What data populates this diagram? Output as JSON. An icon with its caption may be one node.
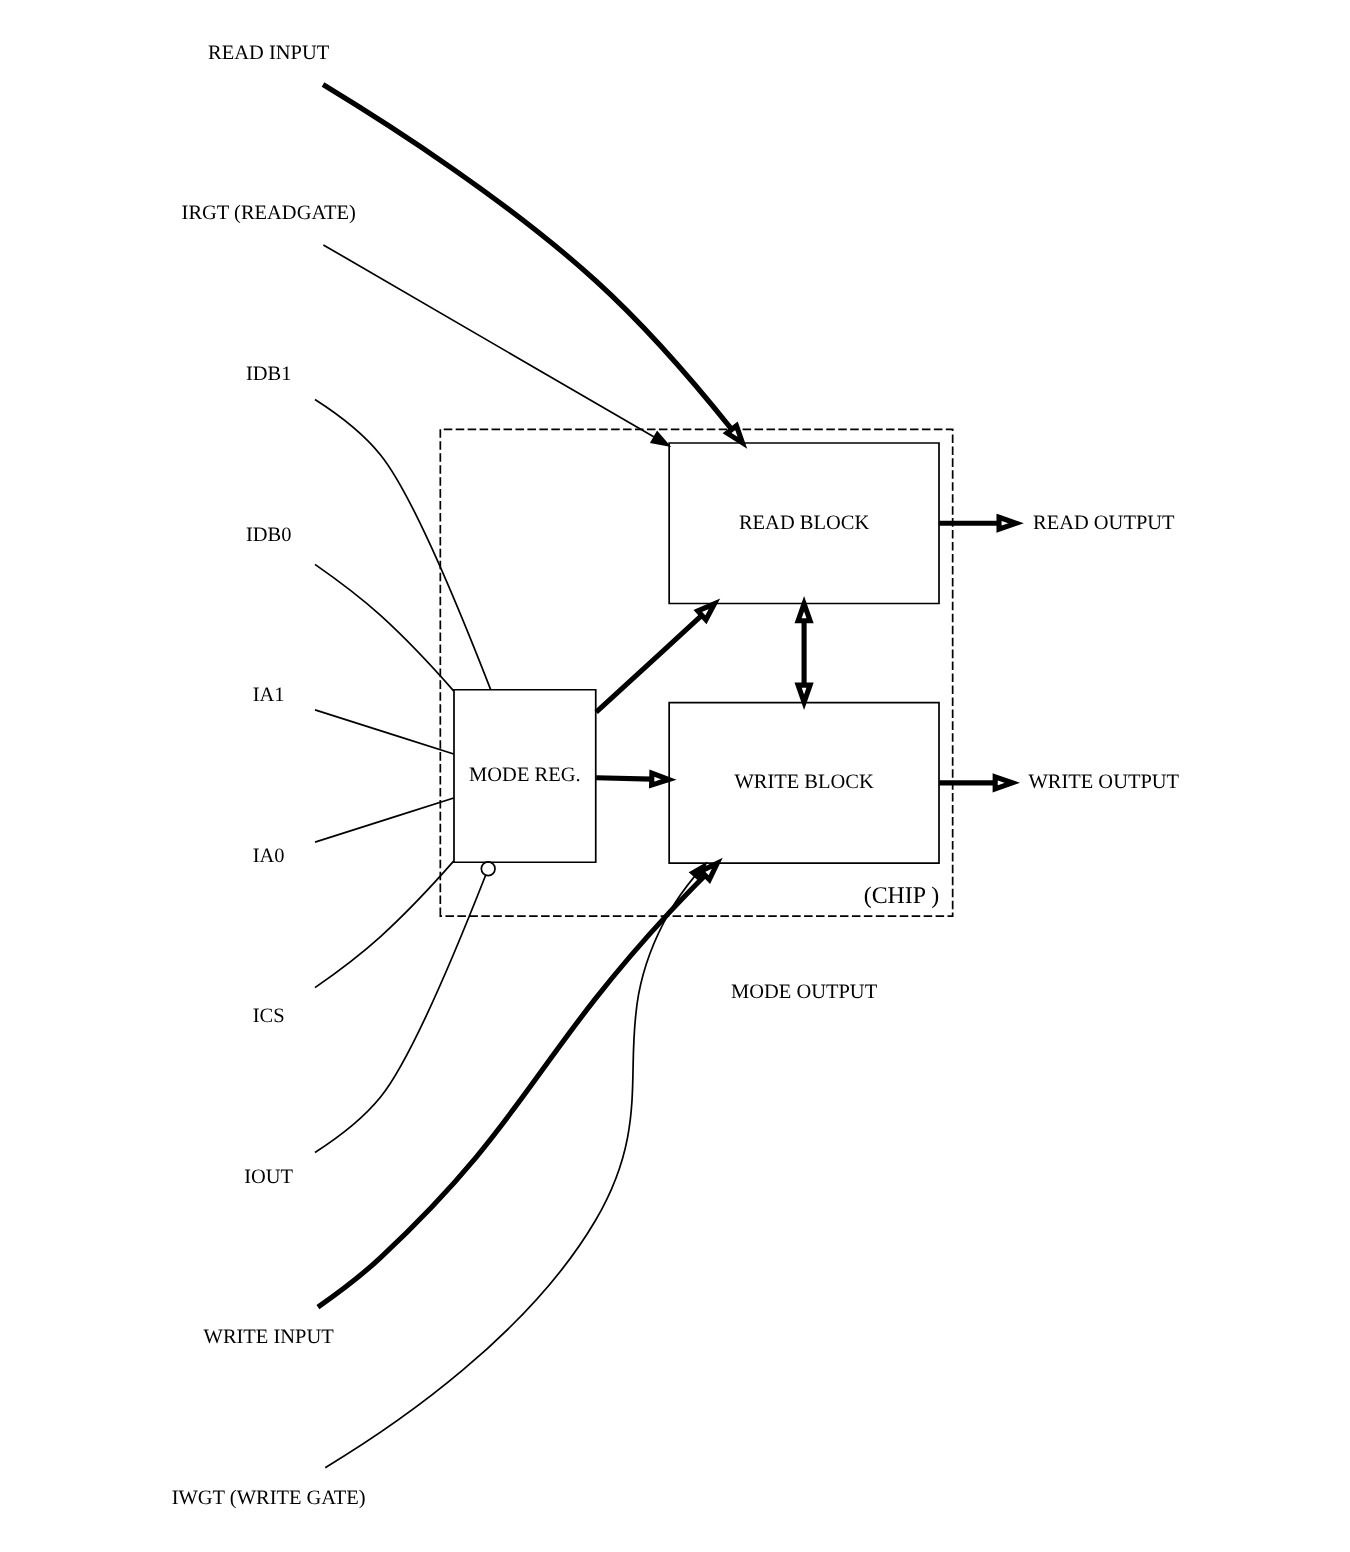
{
  "diagram": {
    "nodes": [
      {
        "text": [
          "(CHIP )"
        ]
      },
      {
        "text": [
          "READ INPUT"
        ]
      },
      {
        "text": [
          "IRGT (READGATE)"
        ]
      },
      {
        "text": [
          "READ BLOCK"
        ],
        "in": 0
      },
      {
        "text": [
          "READ OUTPUT"
        ]
      },
      {
        "text": [
          "IDB1"
        ]
      },
      {
        "text": [
          "IDB0"
        ]
      },
      {
        "text": [
          "IA1"
        ]
      },
      {
        "text": [
          "IA0"
        ]
      },
      {
        "text": [
          "ICS"
        ]
      },
      {
        "text": [
          "IOUT"
        ]
      },
      {
        "text": [
          "MODE REG."
        ],
        "in": 0
      },
      {
        "text": [
          "WRITE INPUT"
        ]
      },
      {
        "text": [
          "IWGT (WRITE GATE)"
        ]
      },
      {
        "text": [
          "WRITE BLOCK"
        ],
        "in": 0
      },
      {
        "text": [
          "WRITE OUTPUT"
        ]
      }
    ],
    "edges": [
      {
        "from": 1,
        "to": 3,
        "arrow": "to",
        "style": "thick"
      },
      {
        "from": 2,
        "to": 3,
        "arrow": "to"
      },
      {
        "from": 3,
        "to": 4,
        "arrow": "to",
        "style": "thick"
      },
      {
        "from": 5,
        "to": 11,
        "arrow": "none"
      },
      {
        "from": 6,
        "to": 11,
        "arrow": "none"
      },
      {
        "from": 7,
        "to": 11,
        "arrow": "none"
      },
      {
        "from": 8,
        "to": 11,
        "arrow": "none"
      },
      {
        "from": 9,
        "to": 11,
        "arrow": "none"
      },
      {
        "from": 10,
        "to": 11,
        "arrow": "other"
      },
      {
        "from": 11,
        "to": 3,
        "arrow": "to",
        "style": "thick"
      },
      {
        "from": 11,
        "to": 14,
        "arrow": "to",
        "style": "thick"
      },
      {
        "from": 3,
        "to": 14,
        "arrow": "both",
        "style": "thick"
      },
      {
        "from": 12,
        "to": 14,
        "arrow": "to",
        "style": "thick"
      },
      {
        "from": 13,
        "to": 14,
        "arrow": "to"
      },
      {
        "from": 14,
        "to": 15,
        "arrow": "to",
        "style": "thick"
      }
    ],
    "labels": [
      "MODE OUTPUT"
    ]
  }
}
